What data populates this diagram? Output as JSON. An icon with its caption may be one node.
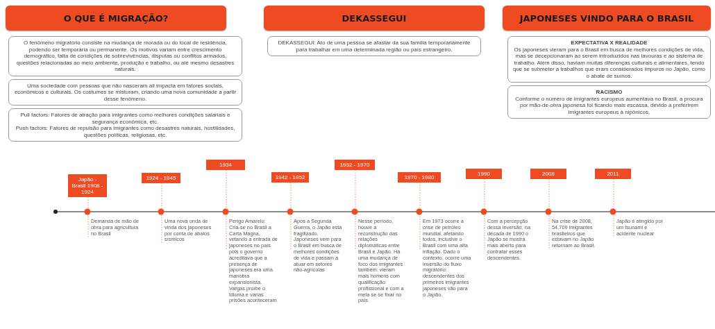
{
  "diagram": {
    "nodes": [
      {
        "text": [
          "O QUE É MIGRAÇÃO?"
        ]
      },
      {
        "text": [
          "O fenômeno migratório consiste na mudança de morada ou do local de residência, podendo ser temporária ou permanente. Os motivos variam entre crescimento demográfico, falta de condições de sobrevivências, disputas ou conflitos armados, questões relacionadas ao meio ambiente, produção e trabalho, ou até mesmo desastres naturais."
        ]
      },
      {
        "text": [
          "Uma sociedade com pessoas que não nasceram ali impacta em fatores sociais, econômicos e culturais. Os costumes se misturam, criando uma nova comunidade a partir desse fenômeno."
        ]
      },
      {
        "text": [
          "Pull factors: Fatores de atração para imigrantes como melhores condições salariais e segurança econômica, etc.",
          "Push factors: Fatores de repulsão para imigrantes como desastres naturais, hostilidades, questões políticas, religiosas, etc."
        ]
      },
      {
        "text": [
          "DEKASSEGUI"
        ]
      },
      {
        "text": [
          "DEKASSEGUI: Ato de uma pessoa se afastar da sua família temporariamente para trabalhar em uma determinada região ou país estrangeiro."
        ]
      },
      {
        "text": [
          "JAPONESES VINDO PARA O BRASIL"
        ]
      },
      {
        "text": [
          "EXPECTATIVA X REALIDADE",
          "Os japoneses vieram para o Brasil em busca de melhores condições de vida, mas se decepcionaram ao serem introduzidos nas lavouras e ao sistema de trabalho. Além disso, haviam muitas diferenças culturais e alimentares, tendo que se submeter a trabalhos que eram considerados impuros no Japão, como o abate de suínos."
        ]
      },
      {
        "text": [
          "RACISMO",
          "Conforme o número de imigrantes europeus aumentava no Brasil, a procura por mão-de-obra japonesa foi ficando mais escassa, devido a preferirem imigrantes europeus à nipônicos."
        ]
      },
      {
        "text": [
          "Japão - Brasil 1908 - 1924"
        ]
      },
      {
        "text": [
          "1924 - 1945"
        ]
      },
      {
        "text": [
          "1934"
        ]
      },
      {
        "text": [
          "1942 - 1952"
        ]
      },
      {
        "text": [
          "1952 - 1970"
        ]
      },
      {
        "text": [
          "1970 - 1980"
        ]
      },
      {
        "text": [
          "1990"
        ]
      },
      {
        "text": [
          "2008"
        ]
      },
      {
        "text": [
          "2011"
        ]
      },
      {
        "text": [
          "Demanda de mão de obra para agricultura no Brasil"
        ]
      },
      {
        "text": [
          "Uma nova onda de vinda dos japoneses por conta de abalos sísmicos"
        ]
      },
      {
        "text": [
          "Perigo Amarelo: Cria-se no Brasil a Carta Magna, vetando a entrada de japoneses no país pois o governo acreditava que a presença de japoneses era uma manobra expansionista. Vargas proíbe o idioma e várias prisões aconteceram"
        ]
      },
      {
        "text": [
          "Após a Segunda Guerra, o Japão está fragilizado. Japoneses vem para o Brasil em busca de melhores condições de vida e passam a atuar em setores não-agrícolas"
        ]
      },
      {
        "text": [
          "Nesse período, houve a reconstrução das relações diplomáticas entre Brasil e Japão. Há uma mudança de foco dos imigrantes também: vieram mais homens com qualificação profissional e com a meta se se fixar no país."
        ]
      },
      {
        "text": [
          "Em 1973 ocorre a crise de petróleo mundial, afetando todos, inclusive o Brasil com uma alta inflação. Dado o contexto, ocorre uma inversão do fluxo migratório: descendentes dos primeiros imigrantes japoneses vão para o Japão."
        ]
      },
      {
        "text": [
          "Com a percepção dessa inversão, na década de 1990 o Japão se mostra mais aberto para contratar esses descendentes."
        ]
      },
      {
        "text": [
          "Na crise de 2008, 54.709 imigrantes brasileiros que estavam no Japão retornam ao Brasil."
        ]
      },
      {
        "text": [
          "Japão é atingido por um tsunami e acidente nuclear"
        ]
      }
    ],
    "edges": [
      {
        "from": 9,
        "to": 18,
        "arrow": "none",
        "style": "dashed"
      },
      {
        "from": 10,
        "to": 19,
        "arrow": "none",
        "style": "dashed"
      },
      {
        "from": 11,
        "to": 20,
        "arrow": "none",
        "style": "dashed"
      },
      {
        "from": 12,
        "to": 21,
        "arrow": "none",
        "style": "dashed"
      },
      {
        "from": 13,
        "to": 22,
        "arrow": "none",
        "style": "dashed"
      },
      {
        "from": 14,
        "to": 23,
        "arrow": "none",
        "style": "dashed"
      },
      {
        "from": 15,
        "to": 24,
        "arrow": "none",
        "style": "dashed"
      },
      {
        "from": 16,
        "to": 25,
        "arrow": "none",
        "style": "dashed"
      },
      {
        "from": 17,
        "to": 26,
        "arrow": "none",
        "style": "dashed"
      }
    ]
  }
}
